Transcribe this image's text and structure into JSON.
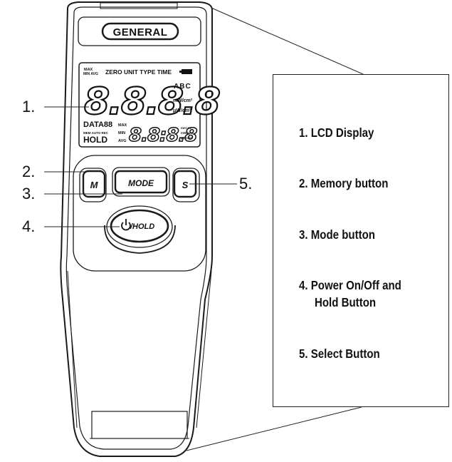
{
  "device": {
    "brand": "GENERAL",
    "lcd": {
      "top_labels": "ZERO UNIT TYPE TIME",
      "max_label": "MAX",
      "min_avg_label": "MIN AVG",
      "main_digits": "8.8.8.8",
      "abc": "ABC",
      "unit_mw": "mW/cm²",
      "unit_uw": "μW/cm²",
      "data_label": "DATA88",
      "mem_auto_rec": "MEM AUTO REC",
      "hold_label": "HOLD",
      "sub_max": "MAX",
      "sub_min": "MIN",
      "sub_avg": "AVG",
      "sub_digits": "8.8:8.8",
      "sub_units": [
        "mm:ss",
        "mW/cm²",
        "μW/cm²"
      ]
    },
    "buttons": {
      "memory": "M",
      "mode": "MODE",
      "select": "S",
      "power_hold": "/HOLD"
    }
  },
  "callouts": {
    "c1": "1.",
    "c2": "2.",
    "c3": "3.",
    "c4": "4.",
    "c5": "5."
  },
  "legend": {
    "items": [
      "1. LCD Display",
      "2. Memory button",
      "3. Mode button",
      "4. Power On/Off and",
      "Hold Button",
      "5. Select Button"
    ]
  },
  "colors": {
    "outline": "#1a1a1a",
    "background": "#ffffff"
  }
}
